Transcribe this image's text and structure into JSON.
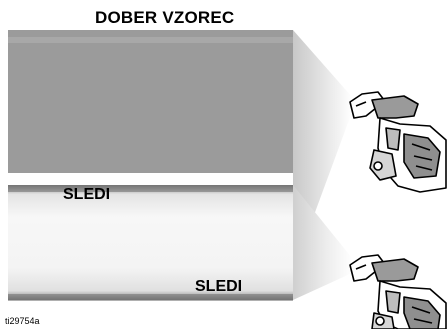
{
  "labels": {
    "title": "DOBER VZOREC",
    "trails_top": "SLEDI",
    "trails_bottom": "SLEDI",
    "figure_id": "ti29754a"
  },
  "panels": [
    {
      "name": "good-pattern",
      "description_key": "title"
    },
    {
      "name": "tails-pattern",
      "description_key": "trails_top"
    }
  ],
  "colors": {
    "spray_fill": "#9a9a9a",
    "spray_light": "#d8d8d8",
    "outline": "#000000"
  },
  "icons": [
    "spray-gun-icon",
    "spray-fan-icon"
  ]
}
